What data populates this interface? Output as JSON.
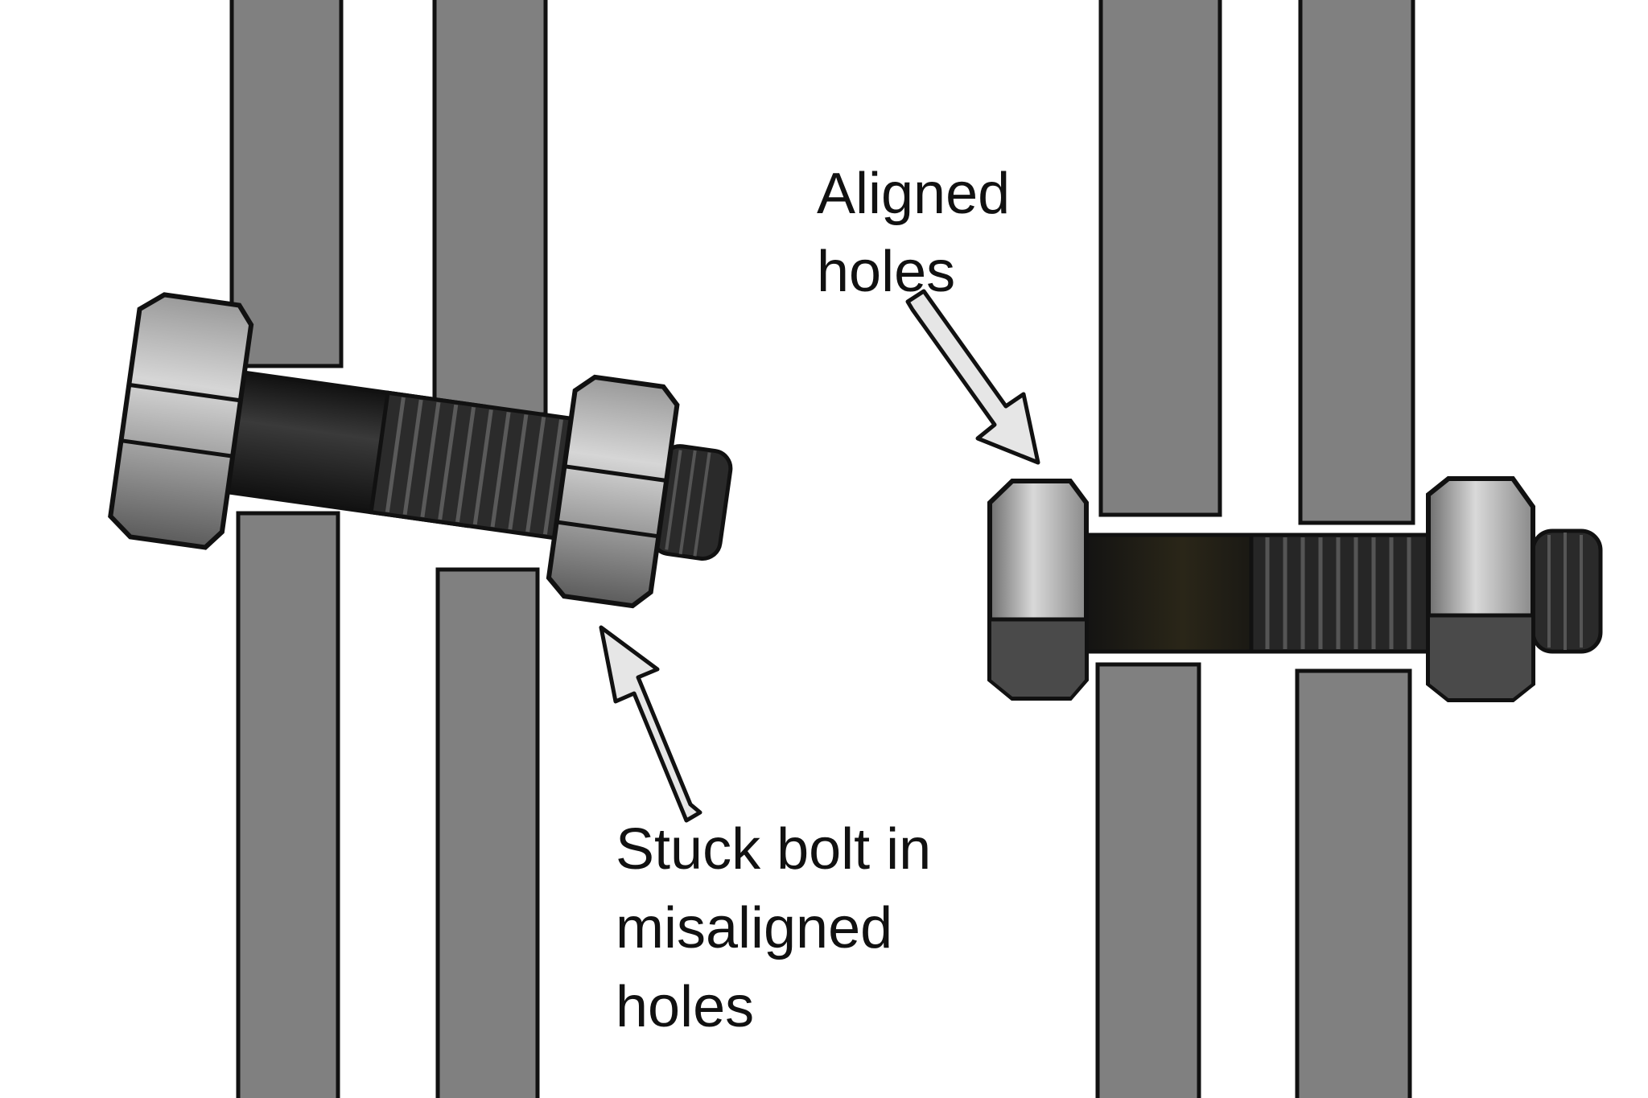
{
  "labels": {
    "aligned": [
      "Aligned",
      "holes"
    ],
    "misaligned": [
      "Stuck bolt in",
      "misaligned",
      "holes"
    ]
  },
  "colors": {
    "plate": "#808080",
    "outline": "#111111",
    "nut_light": "#c8c8c8",
    "nut_dark": "#505050",
    "shank": "#1e1e1e",
    "arrow_fill": "#e6e6e6",
    "background": "#ffffff"
  }
}
